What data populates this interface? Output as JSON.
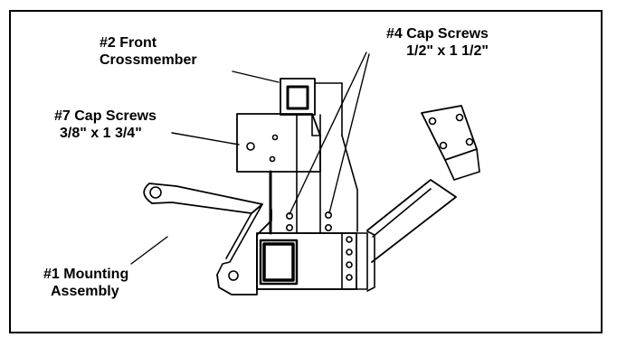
{
  "labels": {
    "front_crossmember": {
      "line1": "#2 Front",
      "line2": "Crossmember"
    },
    "cap_screws_4": {
      "line1": "#4 Cap Screws",
      "line2": "1/2\" x 1 1/2\""
    },
    "cap_screws_7": {
      "line1": "#7 Cap Screws",
      "line2": "3/8\" x 1 3/4\""
    },
    "mounting_assembly": {
      "line1": "#1 Mounting",
      "line2": "Assembly"
    }
  },
  "colors": {
    "line": "#000000",
    "background": "#ffffff"
  }
}
